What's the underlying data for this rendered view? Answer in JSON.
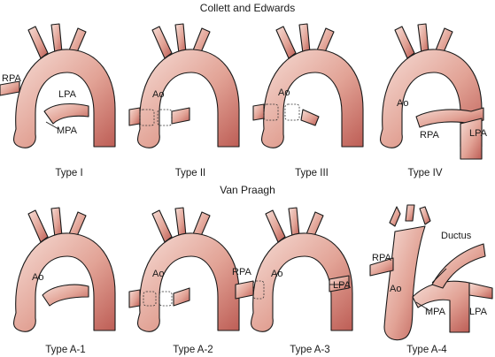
{
  "titles": {
    "top": "Collett and Edwards",
    "bottom": "Van Praagh"
  },
  "captions": [
    "Type I",
    "Type II",
    "Type III",
    "Type IV",
    "Type A-1",
    "Type A-2",
    "Type A-3",
    "Type A-4"
  ],
  "labels": {
    "type1": {
      "rpa": "RPA",
      "lpa": "LPA",
      "mpa": "MPA"
    },
    "type2": {
      "ao": "Ao"
    },
    "type3": {
      "ao": "Ao"
    },
    "type4": {
      "ao": "Ao",
      "rpa": "RPA",
      "lpa": "LPA"
    },
    "typeA1": {
      "ao": "Ao"
    },
    "typeA2": {
      "ao": "Ao"
    },
    "typeA3": {
      "ao": "Ao",
      "rpa": "RPA",
      "lpa": "LPA"
    },
    "typeA4": {
      "ao": "Ao",
      "rpa": "RPA",
      "lpa": "LPA",
      "mpa": "MPA",
      "ductus": "Ductus"
    }
  },
  "colors": {
    "vessel_light": "#f4d6cf",
    "vessel_mid": "#e3a59a",
    "vessel_dark": "#b9574f",
    "outline": "#1a1a1a"
  }
}
